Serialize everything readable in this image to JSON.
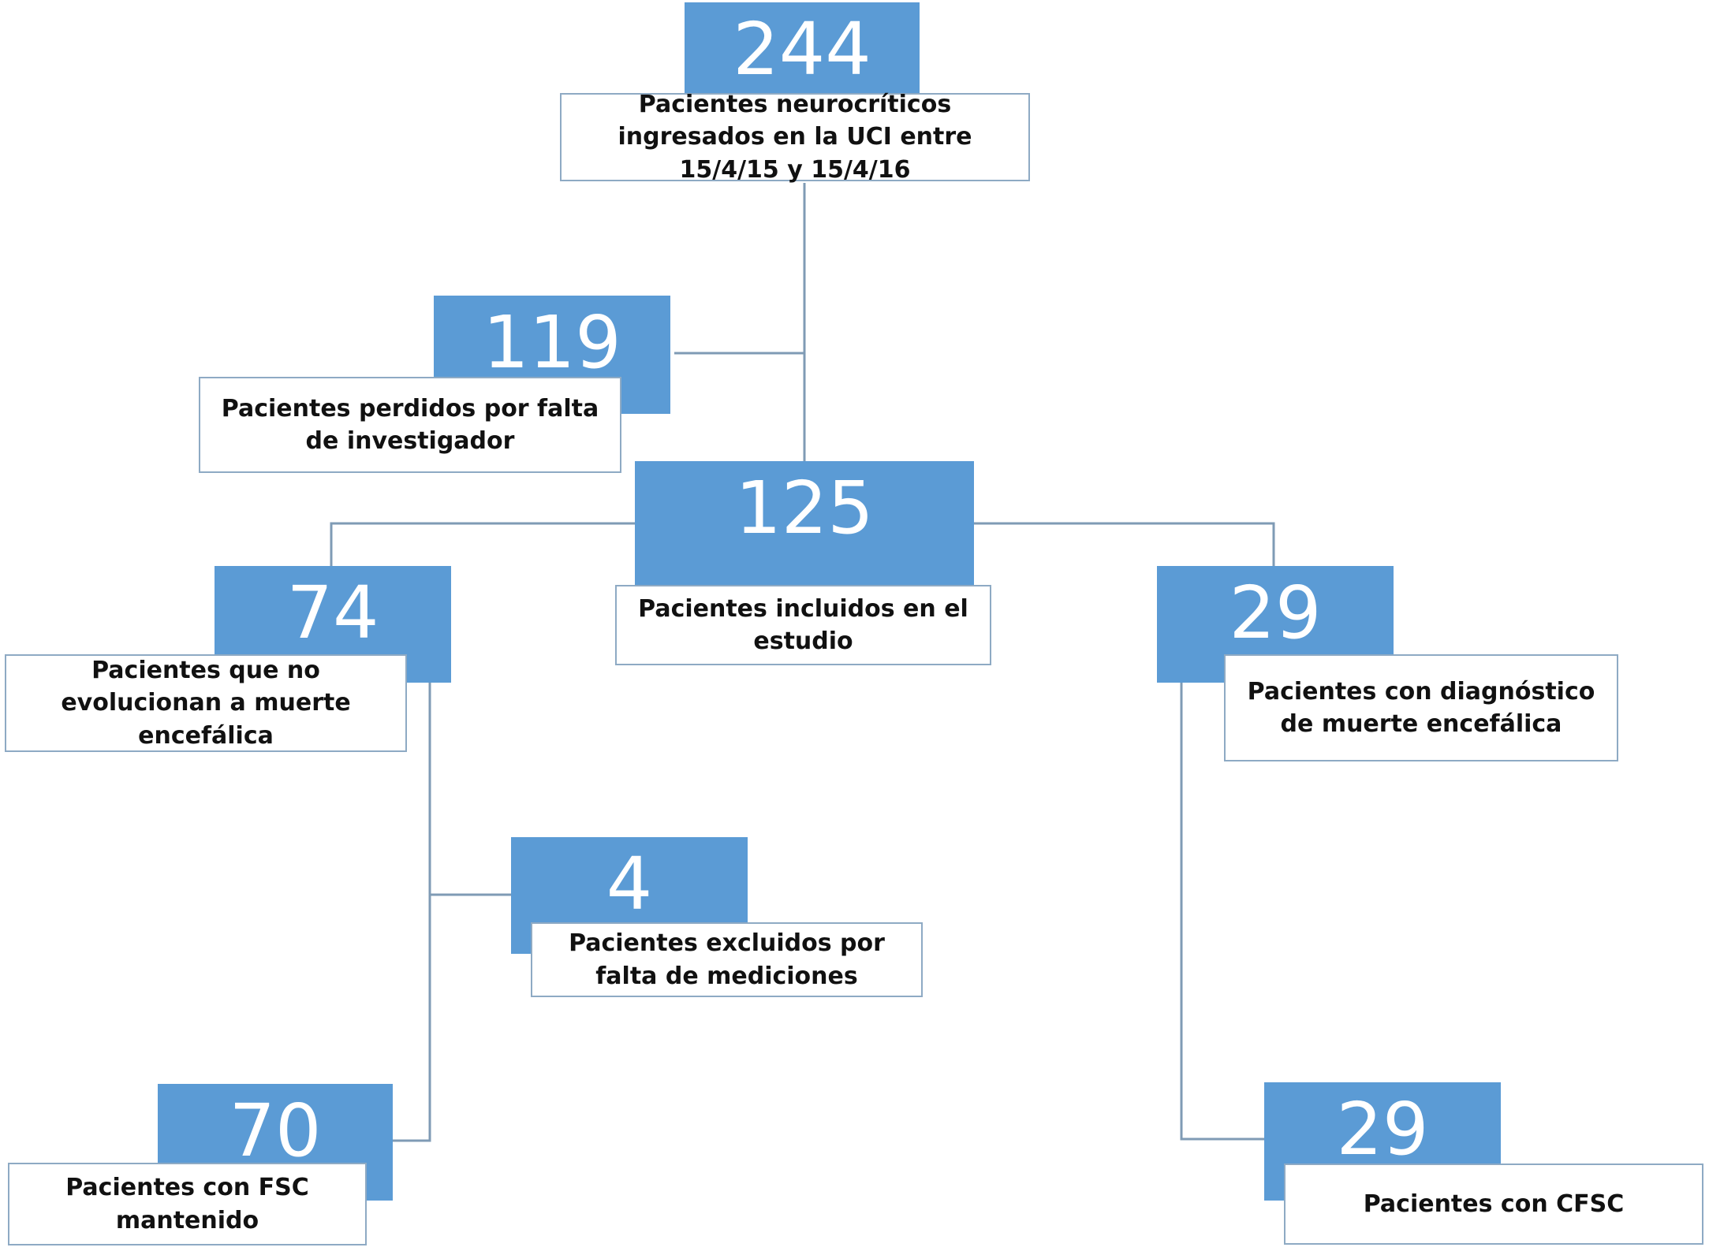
{
  "nodes": [
    {
      "id": "n244",
      "count": "244",
      "label": "Pacientes neurocríticos ingresados en la UCI entre 15/4/15 y 15/4/16"
    },
    {
      "id": "n119",
      "count": "119",
      "label": "Pacientes perdidos por falta de investigador"
    },
    {
      "id": "n125",
      "count": "125",
      "label": "Pacientes incluidos en el estudio"
    },
    {
      "id": "n74",
      "count": "74",
      "label": "Pacientes que no evolucionan a muerte encefálica"
    },
    {
      "id": "n29a",
      "count": "29",
      "label": "Pacientes con diagnóstico de muerte encefálica"
    },
    {
      "id": "n4",
      "count": "4",
      "label": "Pacientes excluidos por falta de mediciones"
    },
    {
      "id": "n70",
      "count": "70",
      "label": "Pacientes con FSC mantenido"
    },
    {
      "id": "n29b",
      "count": "29",
      "label": "Pacientes con CFSC"
    }
  ],
  "edges": [
    {
      "from": "n244",
      "to": "n119"
    },
    {
      "from": "n244",
      "to": "n125"
    },
    {
      "from": "n125",
      "to": "n74"
    },
    {
      "from": "n125",
      "to": "n29a"
    },
    {
      "from": "n74",
      "to": "n4"
    },
    {
      "from": "n74",
      "to": "n70"
    },
    {
      "from": "n29a",
      "to": "n29b"
    }
  ],
  "colors": {
    "box_fill": "#5b9bd5",
    "label_border": "#8eaac4",
    "connector": "#7f9bb5"
  }
}
